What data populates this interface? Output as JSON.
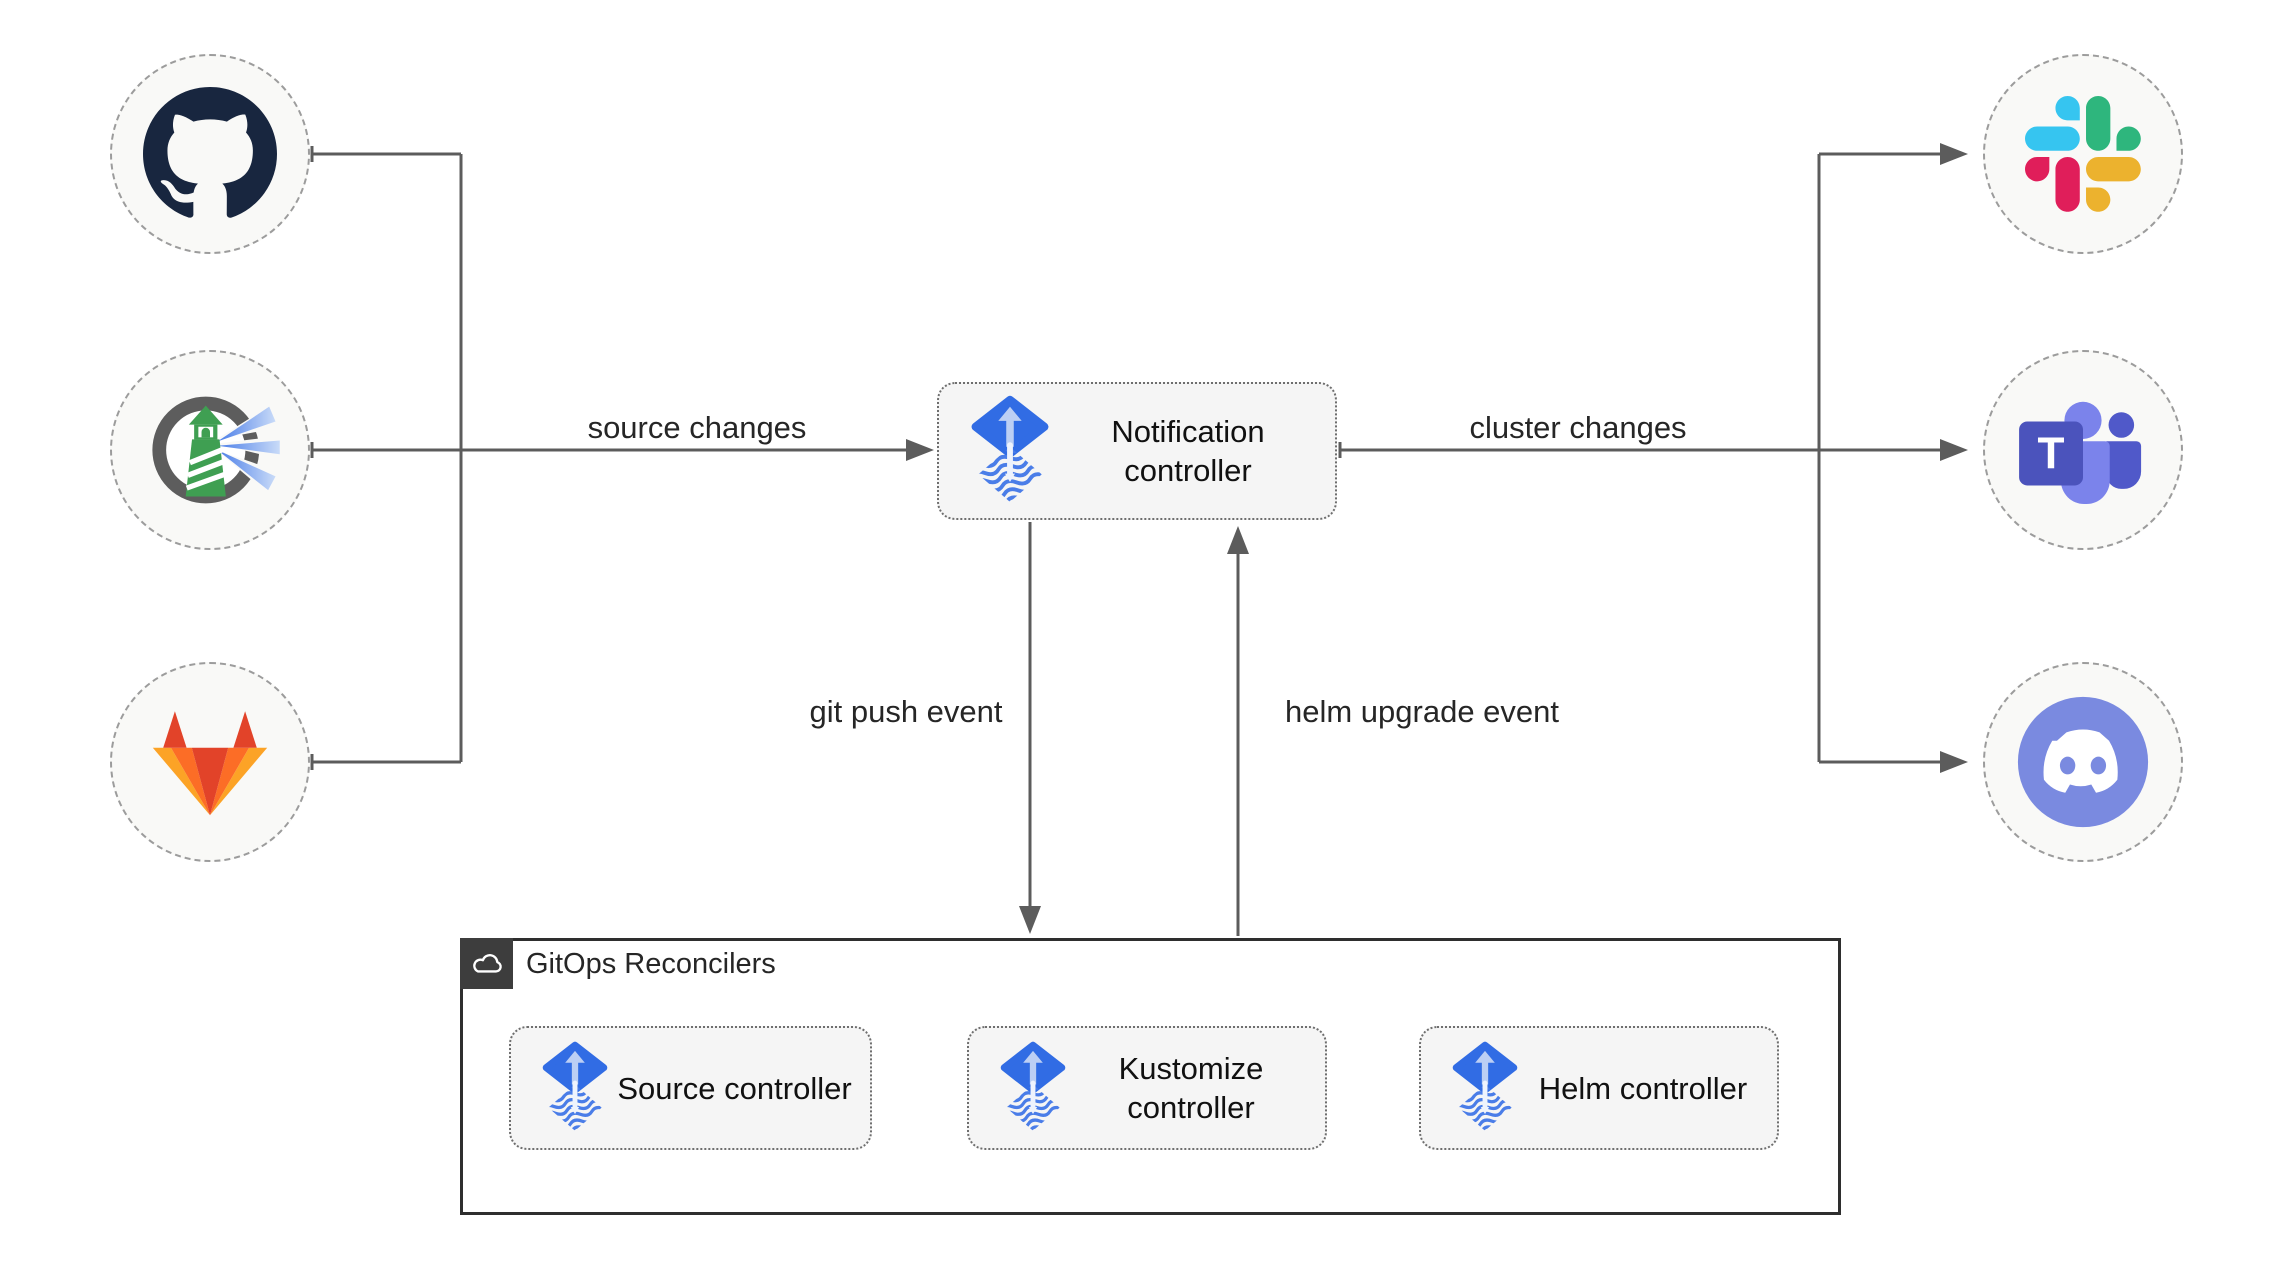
{
  "diagram": {
    "title_hint": "Flux notification controller flow",
    "edges": {
      "source_changes": "source changes",
      "cluster_changes": "cluster changes",
      "git_push_event": "git push event",
      "helm_upgrade_event": "helm upgrade event"
    },
    "notification_controller": {
      "label": "Notification controller",
      "icon": "flux-icon"
    },
    "sources": [
      {
        "icon": "github-icon"
      },
      {
        "icon": "harbor-lighthouse-icon"
      },
      {
        "icon": "gitlab-icon"
      }
    ],
    "providers": [
      {
        "icon": "slack-icon"
      },
      {
        "icon": "teams-icon",
        "letter": "T"
      },
      {
        "icon": "discord-icon"
      }
    ],
    "reconcilers": {
      "title": "GitOps Reconcilers",
      "icon": "cloud-icon",
      "items": [
        {
          "label": "Source controller",
          "icon": "flux-icon"
        },
        {
          "label": "Kustomize controller",
          "icon": "flux-icon"
        },
        {
          "label": "Helm controller",
          "icon": "flux-icon"
        }
      ]
    },
    "colors": {
      "line": "#5c5c5c",
      "box_fill": "#f5f5f5",
      "node_fill": "#f9f9f7",
      "group_border": "#2e2e2e",
      "badge_bg": "#3d3d3d",
      "flux_blue": "#316ce4",
      "github_navy": "#18263f",
      "gitlab_red": "#e24329",
      "gitlab_orange": "#fc6d26",
      "gitlab_amber": "#fca326",
      "slack_blue": "#36c5f0",
      "slack_green": "#2eb67d",
      "slack_red": "#e01e5a",
      "slack_yellow": "#ecb22e",
      "teams_indigo": "#4b53bc",
      "teams_light": "#7b83eb",
      "teams_mid": "#5059c9",
      "discord_blurple": "#7a8ae0",
      "lighthouse_green": "#3f9f52"
    }
  }
}
